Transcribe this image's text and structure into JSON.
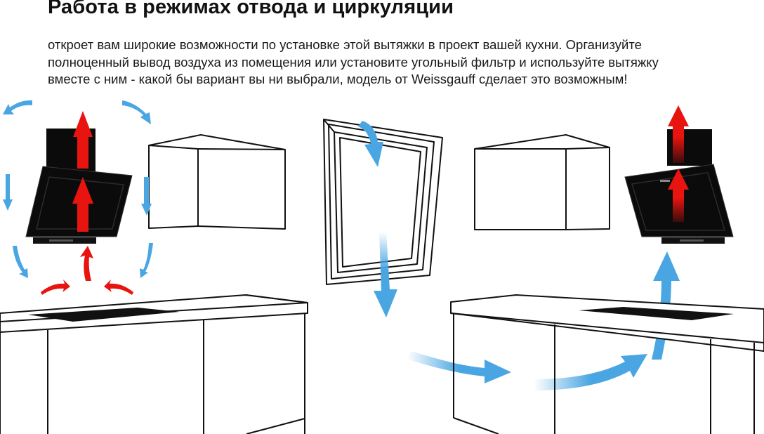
{
  "heading": "Работа в режимах отвода и циркуляции",
  "description": {
    "line1": "откроет вам широкие возможности по установке этой вытяжки в проект вашей кухни. Организуйте",
    "line2": "полноценный вывод воздуха из помещения или установите угольный фильтр и используйте вытяжку",
    "line3": "вместе с ним - какой бы вариант вы ни выбрали, модель от Weissgauff сделает это возможным!"
  },
  "colors": {
    "airflow_blue": "#4aa6e3",
    "hot_air_red": "#e8140f",
    "hood_black": "#0b0b0b"
  }
}
